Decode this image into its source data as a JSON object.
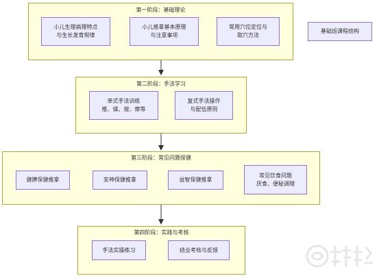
{
  "diagram": {
    "legend": "基础班课程结构",
    "stages": [
      {
        "title": "第一阶段：基础理论",
        "nodes": [
          [
            "小儿生理病理特点",
            "与生长发育规律"
          ],
          [
            "小儿推拿基本原理",
            "与注意事项"
          ],
          [
            "常用穴位定位与",
            "取穴方法"
          ]
        ]
      },
      {
        "title": "第二阶段：手法学习",
        "nodes": [
          [
            "单式手法训练",
            "推、揉、按、摩等"
          ],
          [
            "复式手法操作",
            "与配伍原则"
          ]
        ]
      },
      {
        "title": "第三阶段：常见问题保健",
        "nodes": [
          [
            "健脾保健推拿"
          ],
          [
            "安神保健推拿"
          ],
          [
            "益智保健推拿"
          ],
          [
            "常见饮食问题",
            "厌食、便秘调理"
          ]
        ]
      },
      {
        "title": "第四阶段：实践与考核",
        "nodes": [
          [
            "手法实操练习"
          ],
          [
            "结业考核与反馈"
          ]
        ]
      }
    ],
    "colors": {
      "stage_fill": "#ffffde",
      "stage_border": "#aaaa33",
      "node_fill": "#ececff",
      "node_border": "#9370db",
      "edge": "#333333"
    }
  }
}
